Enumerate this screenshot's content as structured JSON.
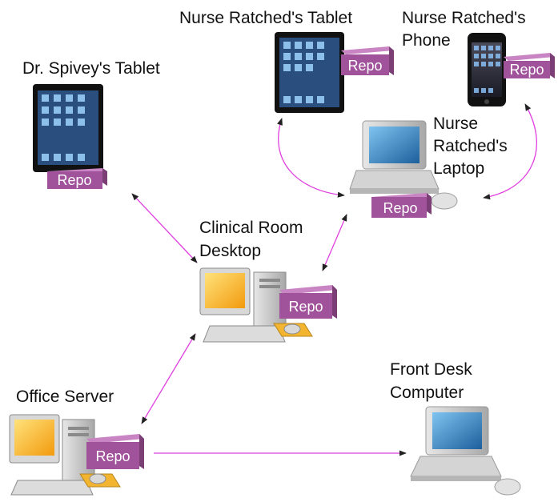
{
  "colors": {
    "edge": "#e040e0",
    "repo_front": "#a0529a",
    "repo_top": "#c985c3",
    "repo_side": "#7b3f76",
    "repo_text": "#ffffff"
  },
  "repo_label": "Repo",
  "nodes": {
    "spivey_tablet": {
      "line1": "Dr. Spivey's Tablet",
      "icon": "tablet-icon"
    },
    "ratched_tablet": {
      "line1": "Nurse Ratched's Tablet",
      "icon": "tablet-icon"
    },
    "ratched_phone": {
      "line1": "Nurse Ratched's",
      "line2": "Phone",
      "icon": "phone-icon"
    },
    "ratched_laptop": {
      "line1": "Nurse",
      "line2": "Ratched's",
      "line3": "Laptop",
      "icon": "laptop-icon"
    },
    "clinical_desktop": {
      "line1": "Clinical Room",
      "line2": "Desktop",
      "icon": "desktop-icon"
    },
    "office_server": {
      "line1": "Office Server",
      "icon": "desktop-icon"
    },
    "front_desk": {
      "line1": "Front Desk",
      "line2": "Computer",
      "icon": "laptop-icon"
    }
  },
  "edges": [
    {
      "from": "spivey_tablet",
      "to": "clinical_desktop",
      "style": "bidirectional"
    },
    {
      "from": "clinical_desktop",
      "to": "ratched_laptop",
      "style": "bidirectional"
    },
    {
      "from": "ratched_tablet",
      "to": "ratched_laptop",
      "style": "bidirectional-curved"
    },
    {
      "from": "ratched_phone",
      "to": "ratched_laptop",
      "style": "bidirectional-curved"
    },
    {
      "from": "office_server",
      "to": "clinical_desktop",
      "style": "bidirectional"
    },
    {
      "from": "office_server",
      "to": "front_desk",
      "style": "directed"
    }
  ]
}
